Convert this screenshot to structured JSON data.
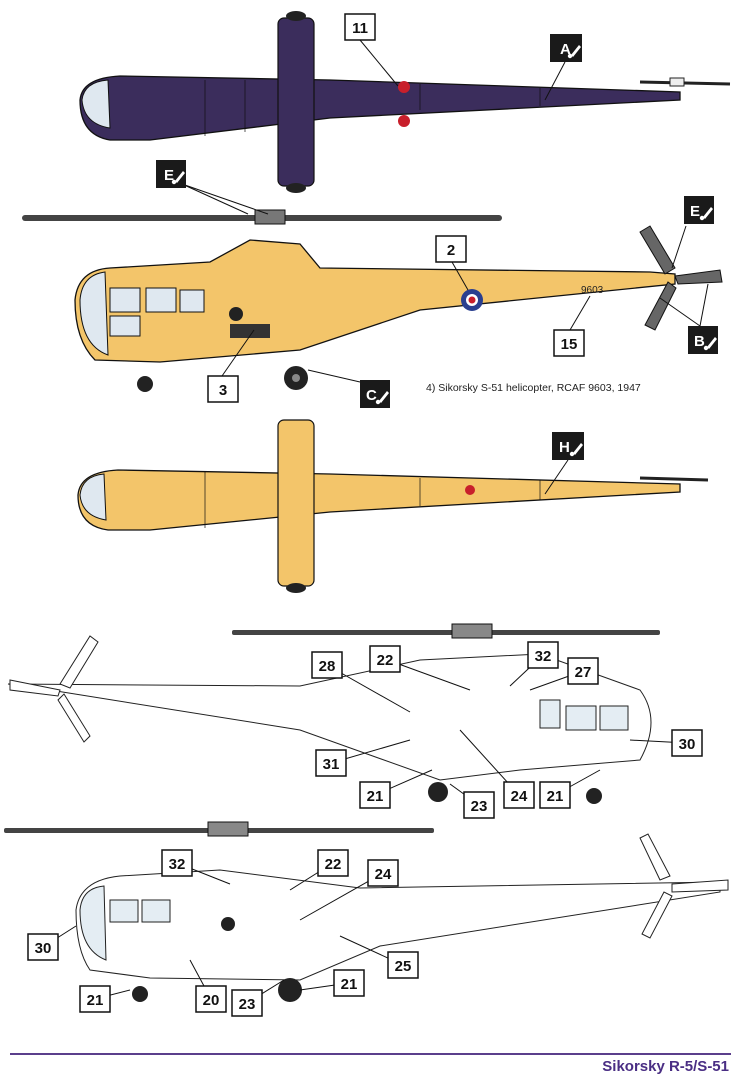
{
  "views": {
    "top_dark": {
      "label_A": "A",
      "num_11": "11"
    },
    "side_yellow": {
      "label_E": "E",
      "label_E2": "E",
      "label_B": "B",
      "label_C": "C",
      "num_2": "2",
      "num_3": "3",
      "num_15": "15",
      "serial": "9603"
    },
    "caption": "4)  Sikorsky S-51 helicopter, RCAF 9603, 1947",
    "top_yellow": {
      "label_H": "H"
    },
    "stencil_right": {
      "nums": [
        "28",
        "22",
        "32",
        "27",
        "31",
        "30",
        "21",
        "23",
        "24",
        "21"
      ]
    },
    "stencil_left": {
      "nums": [
        "32",
        "22",
        "24",
        "30",
        "20",
        "23",
        "21",
        "25",
        "21"
      ]
    }
  },
  "footer": {
    "title": "Sikorsky R-5/S-51"
  },
  "colors": {
    "dark": "#3b2d5c",
    "yellow": "#f3c56a",
    "roundel_red": "#c81f2b",
    "roundel_blue": "#2a3f8f",
    "footer": "#4a2e84"
  }
}
